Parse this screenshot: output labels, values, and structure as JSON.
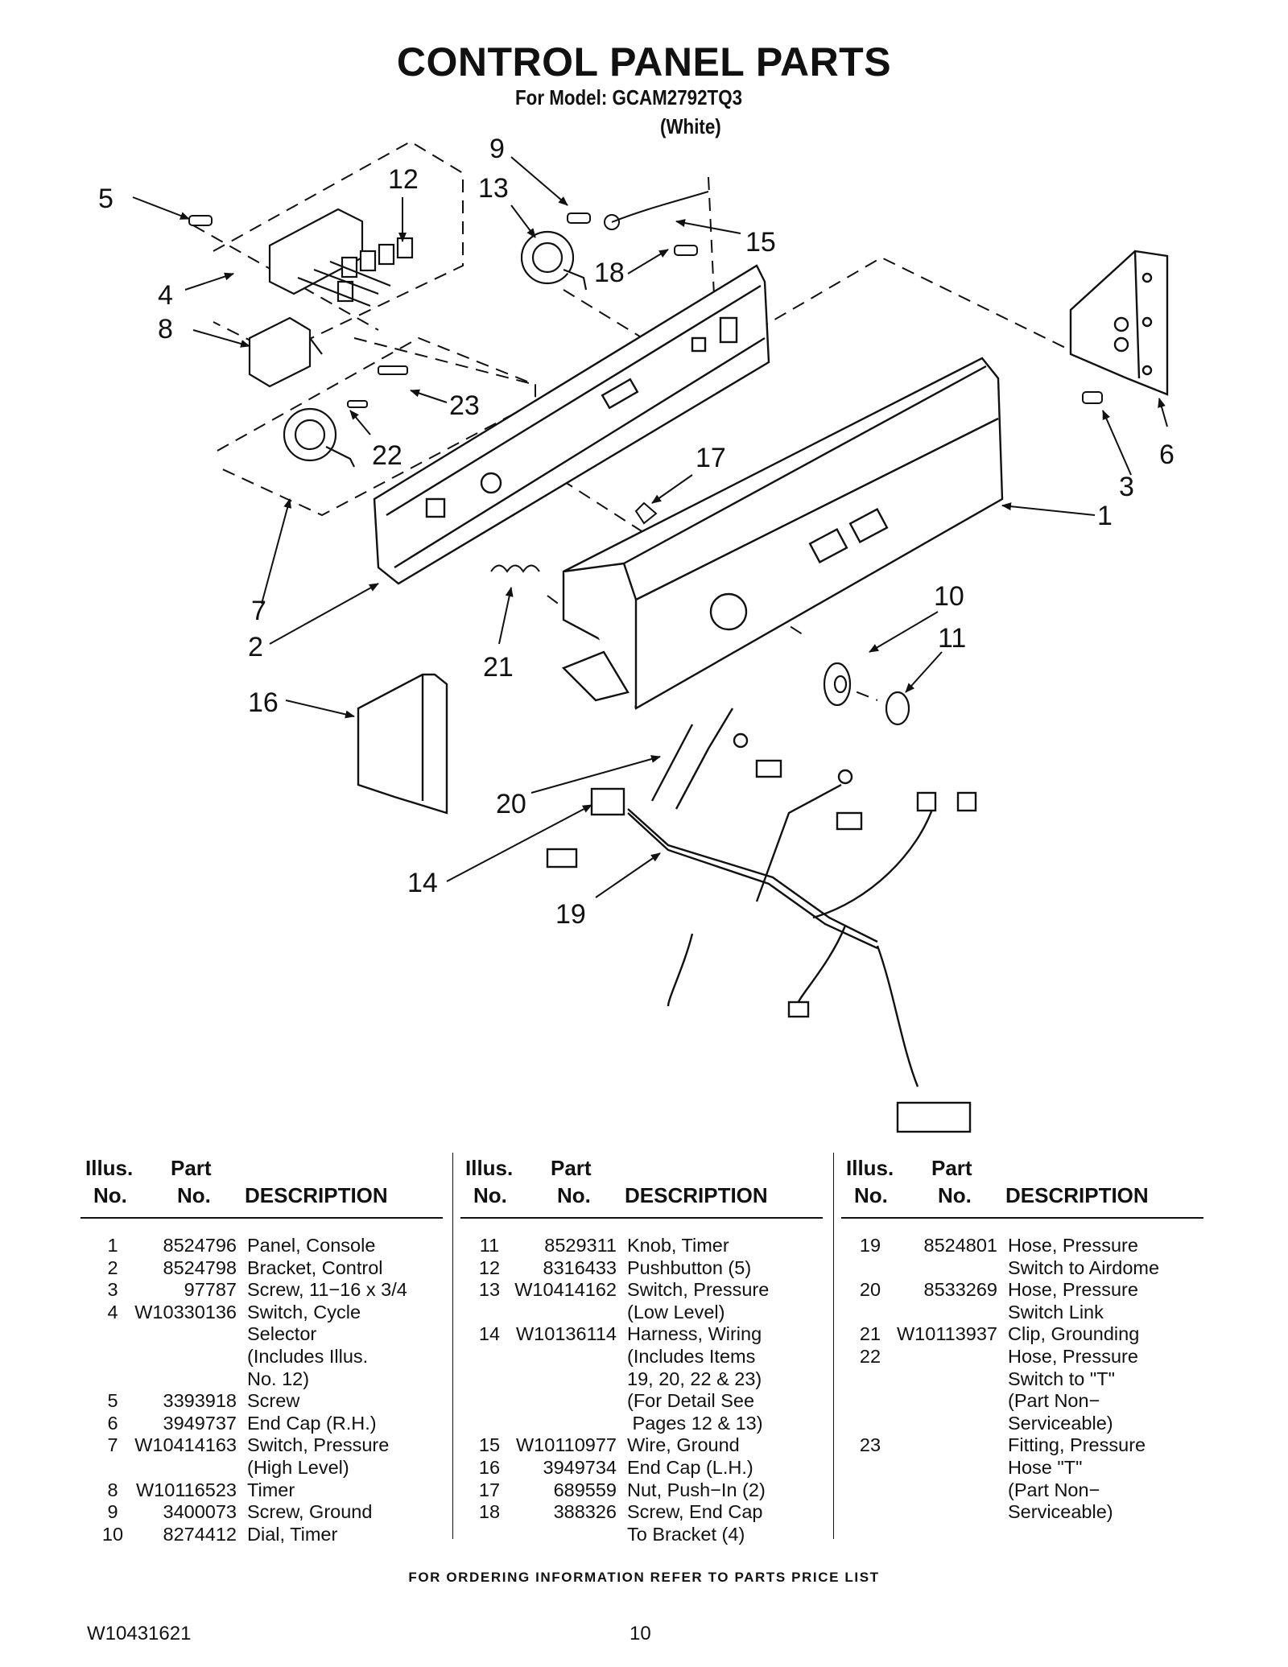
{
  "header": {
    "title": "CONTROL PANEL PARTS",
    "model_line": "For Model: GCAM2792TQ3",
    "color_line": "(White)"
  },
  "diagram": {
    "callouts": [
      "1",
      "2",
      "3",
      "4",
      "5",
      "6",
      "7",
      "8",
      "9",
      "10",
      "11",
      "12",
      "13",
      "14",
      "15",
      "16",
      "17",
      "18",
      "19",
      "20",
      "21",
      "22",
      "23"
    ]
  },
  "table": {
    "headers": {
      "illus_1": "Illus.",
      "illus_2": "No.",
      "part_1": "Part",
      "part_2": "No.",
      "desc": "DESCRIPTION"
    },
    "columns": [
      [
        {
          "illus": "1",
          "part": "8524796",
          "desc": "Panel, Console"
        },
        {
          "illus": "2",
          "part": "8524798",
          "desc": "Bracket, Control"
        },
        {
          "illus": "3",
          "part": "97787",
          "desc": "Screw, 11−16 x 3/4"
        },
        {
          "illus": "4",
          "part": "W10330136",
          "desc": "Switch, Cycle"
        },
        {
          "illus": "",
          "part": "",
          "desc": "Selector"
        },
        {
          "illus": "",
          "part": "",
          "desc": "(Includes Illus."
        },
        {
          "illus": "",
          "part": "",
          "desc": "No. 12)"
        },
        {
          "illus": "5",
          "part": "3393918",
          "desc": "Screw"
        },
        {
          "illus": "6",
          "part": "3949737",
          "desc": "End Cap (R.H.)"
        },
        {
          "illus": "7",
          "part": "W10414163",
          "desc": "Switch, Pressure"
        },
        {
          "illus": "",
          "part": "",
          "desc": "(High Level)"
        },
        {
          "illus": "8",
          "part": "W10116523",
          "desc": "Timer"
        },
        {
          "illus": "9",
          "part": "3400073",
          "desc": "Screw, Ground"
        },
        {
          "illus": "10",
          "part": "8274412",
          "desc": "Dial, Timer"
        }
      ],
      [
        {
          "illus": "11",
          "part": "8529311",
          "desc": "Knob, Timer"
        },
        {
          "illus": "12",
          "part": "8316433",
          "desc": "Pushbutton (5)"
        },
        {
          "illus": "13",
          "part": "W10414162",
          "desc": "Switch, Pressure"
        },
        {
          "illus": "",
          "part": "",
          "desc": "(Low Level)"
        },
        {
          "illus": "14",
          "part": "W10136114",
          "desc": "Harness, Wiring"
        },
        {
          "illus": "",
          "part": "",
          "desc": "(Includes Items"
        },
        {
          "illus": "",
          "part": "",
          "desc": "19, 20, 22 & 23)"
        },
        {
          "illus": "",
          "part": "",
          "desc": "(For Detail See"
        },
        {
          "illus": "",
          "part": "",
          "desc": " Pages 12 & 13)"
        },
        {
          "illus": "15",
          "part": "W10110977",
          "desc": "Wire, Ground"
        },
        {
          "illus": "16",
          "part": "3949734",
          "desc": "End Cap (L.H.)"
        },
        {
          "illus": "17",
          "part": "689559",
          "desc": "Nut, Push−In (2)"
        },
        {
          "illus": "18",
          "part": "388326",
          "desc": "Screw, End Cap"
        },
        {
          "illus": "",
          "part": "",
          "desc": "To Bracket (4)"
        }
      ],
      [
        {
          "illus": "19",
          "part": "8524801",
          "desc": "Hose, Pressure"
        },
        {
          "illus": "",
          "part": "",
          "desc": "Switch to Airdome"
        },
        {
          "illus": "20",
          "part": "8533269",
          "desc": "Hose, Pressure"
        },
        {
          "illus": "",
          "part": "",
          "desc": "Switch Link"
        },
        {
          "illus": "21",
          "part": "W10113937",
          "desc": "Clip, Grounding"
        },
        {
          "illus": "22",
          "part": "",
          "desc": "Hose, Pressure"
        },
        {
          "illus": "",
          "part": "",
          "desc": "Switch to \"T\""
        },
        {
          "illus": "",
          "part": "",
          "desc": "(Part Non−"
        },
        {
          "illus": "",
          "part": "",
          "desc": "Serviceable)"
        },
        {
          "illus": "23",
          "part": "",
          "desc": "Fitting, Pressure"
        },
        {
          "illus": "",
          "part": "",
          "desc": "Hose \"T\""
        },
        {
          "illus": "",
          "part": "",
          "desc": "(Part Non−"
        },
        {
          "illus": "",
          "part": "",
          "desc": "Serviceable)"
        }
      ]
    ]
  },
  "footer": {
    "ordering_note": "FOR ORDERING INFORMATION REFER TO PARTS PRICE LIST",
    "doc_number": "W10431621",
    "page_number": "10"
  }
}
